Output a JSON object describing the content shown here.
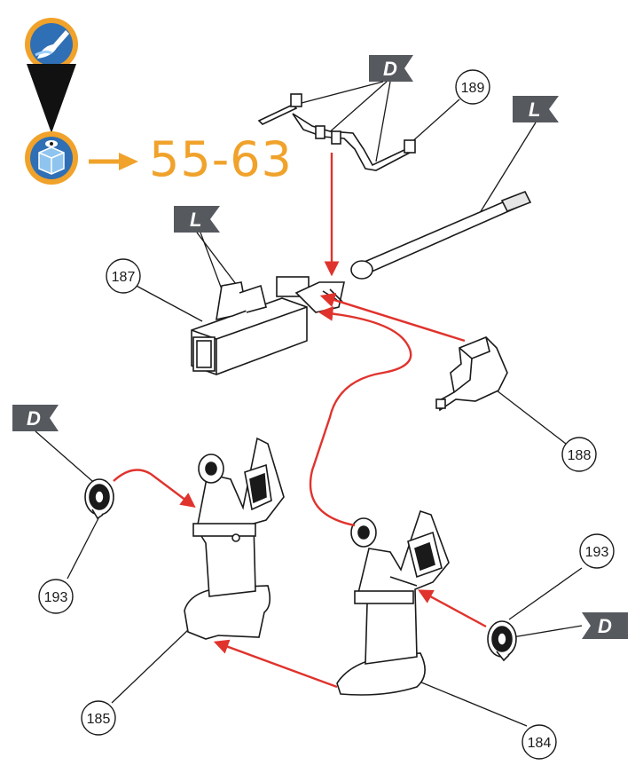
{
  "step": {
    "page_reference": "55-63",
    "accent_color": "#f0a22a",
    "icons": [
      "paint-brush-icon",
      "eye-box-icon",
      "arrow-right-icon"
    ]
  },
  "callouts": {
    "c189": "189",
    "c187": "187",
    "c188": "188",
    "c193_left": "193",
    "c193_right": "193",
    "c185": "185",
    "c184": "184"
  },
  "flags": {
    "f_top_D": "D",
    "f_top_L": "L",
    "f_mid_L": "L",
    "f_left_D": "D",
    "f_right_D": "D"
  },
  "colors": {
    "flag": "#56595e",
    "arrow": "#e0332d",
    "line": "#1a1a1a"
  },
  "parts": [
    "gun-barrel",
    "gun-breech",
    "sight-bracket",
    "gun-shield-piece",
    "gun-mount-left",
    "gun-mount-right",
    "handwheel-left",
    "handwheel-right"
  ]
}
